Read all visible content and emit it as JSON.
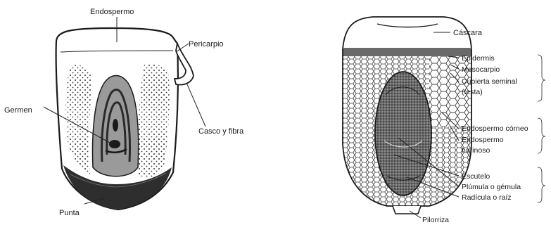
{
  "left_diagram": {
    "labels": {
      "endospermo": "Endospermo",
      "pericarpio": "Pericarpio",
      "germen": "Germen",
      "casco_y_fibra": "Casco y fibra",
      "punta": "Punta"
    }
  },
  "right_diagram": {
    "labels": {
      "cascara": "Cáscara",
      "epidermis": "Epidermis",
      "mesocarpio": "Mesocarpio",
      "cubierta_seminal_1": "Cubierta seminal",
      "cubierta_seminal_2": "(testa)",
      "endospermo_corneo": "Endospermo córneo",
      "endospermo_harinoso_1": "Endospermo",
      "endospermo_harinoso_2": "harinoso",
      "escutelo": "Escutelo",
      "plumula": "Plúmula o gémula",
      "radicula": "Radícula o raíz",
      "pilorriza": "Pilorriza"
    }
  },
  "colors": {
    "germ_fill": "#9a9a9a",
    "germ_inner": "#3a3a3a",
    "tip_fill": "#2e2e2e",
    "texture": "#4a4a4a"
  }
}
